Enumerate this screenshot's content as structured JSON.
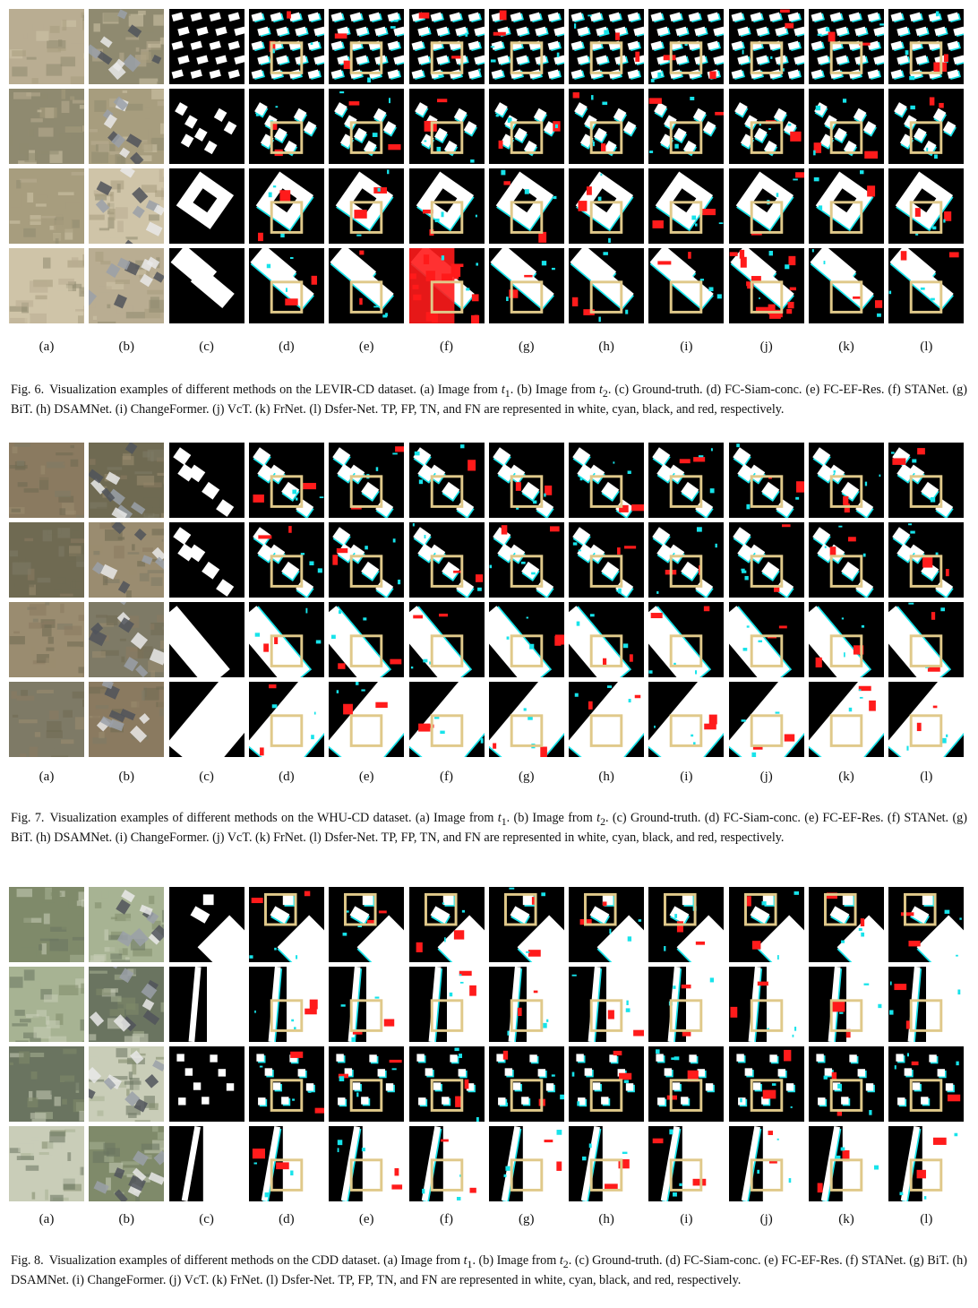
{
  "legend_colors": {
    "tp": "#ffffff",
    "fp": "#17e3ea",
    "tn": "#000000",
    "fn": "#ff1b1b",
    "highlight_box": "#e0c98a"
  },
  "column_labels": [
    "(a)",
    "(b)",
    "(c)",
    "(d)",
    "(e)",
    "(f)",
    "(g)",
    "(h)",
    "(i)",
    "(j)",
    "(k)",
    "(l)"
  ],
  "figures": [
    {
      "label": "Fig. 6.",
      "caption_pre": "Visualization examples of different methods on the LEVIR-CD dataset. (a) Image from ",
      "t1": "t",
      "sub1": "1",
      "caption_mid": ". (b) Image from ",
      "t2": "t",
      "sub2": "2",
      "caption_post": ". (c) Ground-truth. (d) FC-Siam-conc. (e) FC-EF-Res. (f) STANet. (g) BiT. (h) DSAMNet. (i) ChangeFormer. (j) VcT. (k) FrNet. (l) Dsfer-Net. TP, FP, TN, and FN are represented in white, cyan, black, and red, respectively."
    },
    {
      "label": "Fig. 7.",
      "caption_pre": "Visualization examples of different methods on the WHU-CD dataset. (a) Image from ",
      "t1": "t",
      "sub1": "1",
      "caption_mid": ". (b) Image from ",
      "t2": "t",
      "sub2": "2",
      "caption_post": ". (c) Ground-truth. (d) FC-Siam-conc. (e) FC-EF-Res. (f) STANet. (g) BiT. (h) DSAMNet. (i) ChangeFormer. (j) VcT. (k) FrNet. (l) Dsfer-Net. TP, FP, TN, and FN are represented in white, cyan, black, and red, respectively."
    },
    {
      "label": "Fig. 8.",
      "caption_pre": "Visualization examples of different methods on the CDD dataset. (a) Image from ",
      "t1": "t",
      "sub1": "1",
      "caption_mid": ". (b) Image from ",
      "t2": "t",
      "sub2": "2",
      "caption_post": ". (c) Ground-truth. (d) FC-Siam-conc. (e) FC-EF-Res. (f) STANet. (g) BiT. (h) DSAMNet. (i) ChangeFormer. (j) VcT. (k) FrNet. (l) Dsfer-Net. TP, FP, TN, and FN are represented in white, cyan, black, and red, respectively."
    }
  ]
}
